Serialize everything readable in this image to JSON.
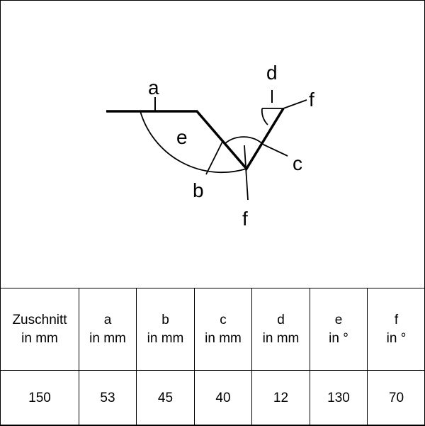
{
  "diagram": {
    "labels": {
      "a": "a",
      "b": "b",
      "c": "c",
      "d": "d",
      "e": "e",
      "f_upper": "f",
      "f_lower": "f"
    }
  },
  "table": {
    "columns": [
      {
        "name": "Zuschnitt",
        "unit": "in mm",
        "value": "150"
      },
      {
        "name": "a",
        "unit": "in mm",
        "value": "53"
      },
      {
        "name": "b",
        "unit": "in mm",
        "value": "45"
      },
      {
        "name": "c",
        "unit": "in mm",
        "value": "40"
      },
      {
        "name": "d",
        "unit": "in mm",
        "value": "12"
      },
      {
        "name": "e",
        "unit": "in °",
        "value": "130"
      },
      {
        "name": "f",
        "unit": "in °",
        "value": "70"
      }
    ]
  }
}
